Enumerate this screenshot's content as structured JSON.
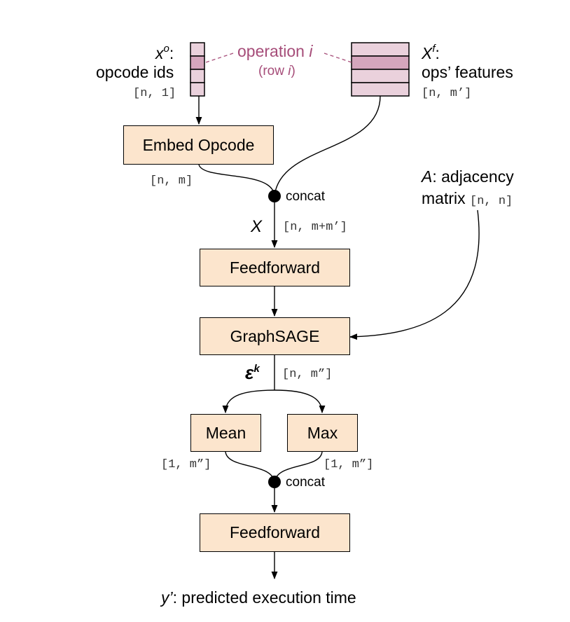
{
  "inputs": {
    "opcode": {
      "symbol": "x",
      "superscript": "o",
      "suffix": ":",
      "name": "opcode ids",
      "shape": "[n, 1]"
    },
    "features": {
      "symbol": "X",
      "superscript": "f",
      "suffix": ":",
      "name": "ops’ features",
      "shape": "[n, m’]"
    },
    "operation": {
      "label": "operation",
      "index": "i",
      "row_prefix": "(row",
      "row_index": "i",
      "row_suffix": ")"
    },
    "adjacency": {
      "symbol": "A",
      "line1": ": adjacency",
      "line2": "matrix",
      "shape": "[n, n]"
    }
  },
  "nodes": {
    "embed": "Embed Opcode",
    "feedforward1": "Feedforward",
    "graphsage": "GraphSAGE",
    "mean": "Mean",
    "max": "Max",
    "feedforward2": "Feedforward"
  },
  "edges": {
    "embed_shape": "[n, m]",
    "concat1": "concat",
    "x_symbol": "X",
    "x_shape": "[n, m+m’]",
    "eps_symbol": "ε",
    "eps_superscript": "k",
    "eps_shape": "[n, m”]",
    "mean_shape": "[1, m”]",
    "max_shape": "[1, m”]",
    "concat2": "concat"
  },
  "output": {
    "symbol": "y’",
    "text": ": predicted execution time"
  },
  "colors": {
    "box_fill": "#fce5cd",
    "matrix_fill": "#ead1dc",
    "highlight_row": "#d5a6bd",
    "accent": "#a64d79"
  }
}
